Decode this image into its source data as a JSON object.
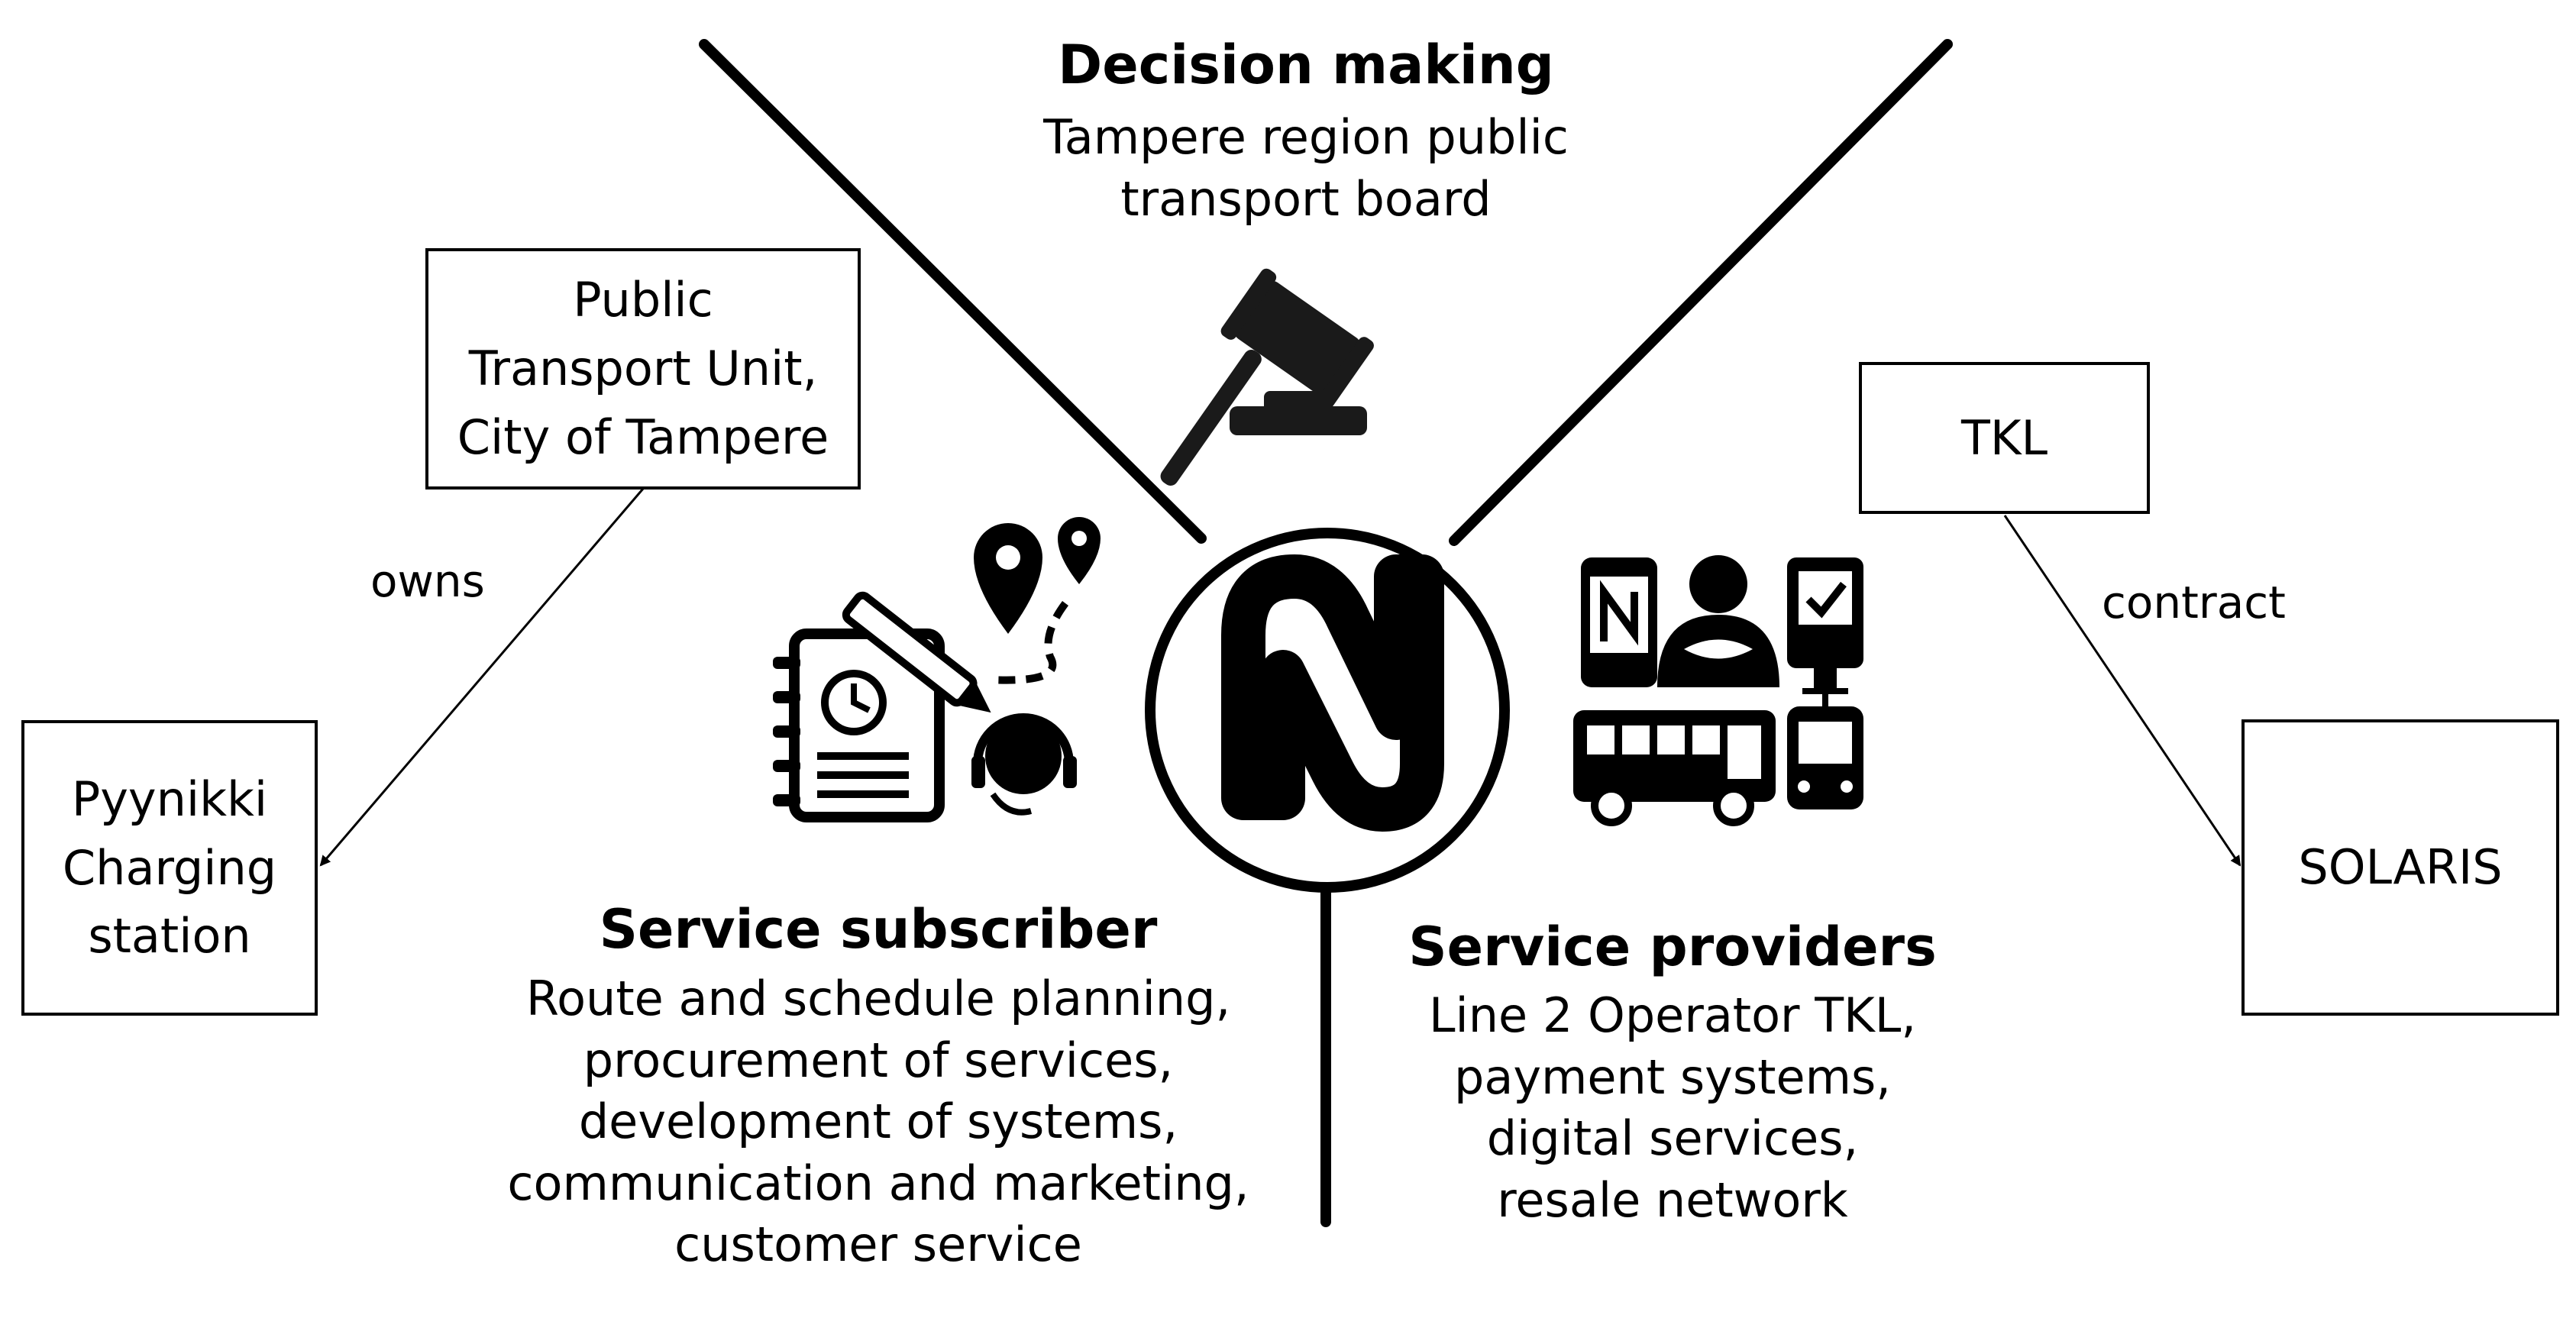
{
  "decision": {
    "title": "Decision making",
    "lines": [
      "Tampere region public",
      "transport board"
    ],
    "icon": "gavel-icon"
  },
  "subscriber": {
    "title": "Service subscriber",
    "lines": [
      "Route and schedule planning,",
      "procurement of services,",
      "development of systems,",
      "communication and marketing,",
      "customer service"
    ],
    "icon": "planning-icons"
  },
  "providers": {
    "title": "Service providers",
    "lines": [
      "Line 2 Operator TKL,",
      "payment systems,",
      "digital services,",
      "resale network"
    ],
    "icon": "transport-icons"
  },
  "center": {
    "letter": "N",
    "icon": "nysse-logo"
  },
  "boxes": {
    "public_transport_unit": [
      "Public",
      "Transport Unit,",
      "City of Tampere"
    ],
    "pyynikki": [
      "Pyynikki",
      "Charging",
      "station"
    ],
    "tkl": [
      "TKL"
    ],
    "solaris": [
      "SOLARIS"
    ]
  },
  "edges": {
    "owns": "owns",
    "contract": "contract"
  }
}
